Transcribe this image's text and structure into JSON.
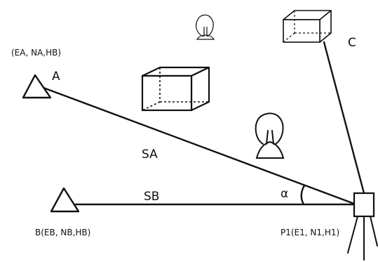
{
  "labels": {
    "point_a_coords": "(EA, NA,HB)",
    "point_a": "A",
    "point_b_coords": "B(EB, NB,HB)",
    "point_c": "C",
    "station_coords": "P1(E1, N1,H1)",
    "distance_a": "SA",
    "distance_b": "SB",
    "angle": "α"
  },
  "icons": [
    "triangle-icon",
    "box-icon",
    "tree-icon",
    "tripod-icon"
  ]
}
